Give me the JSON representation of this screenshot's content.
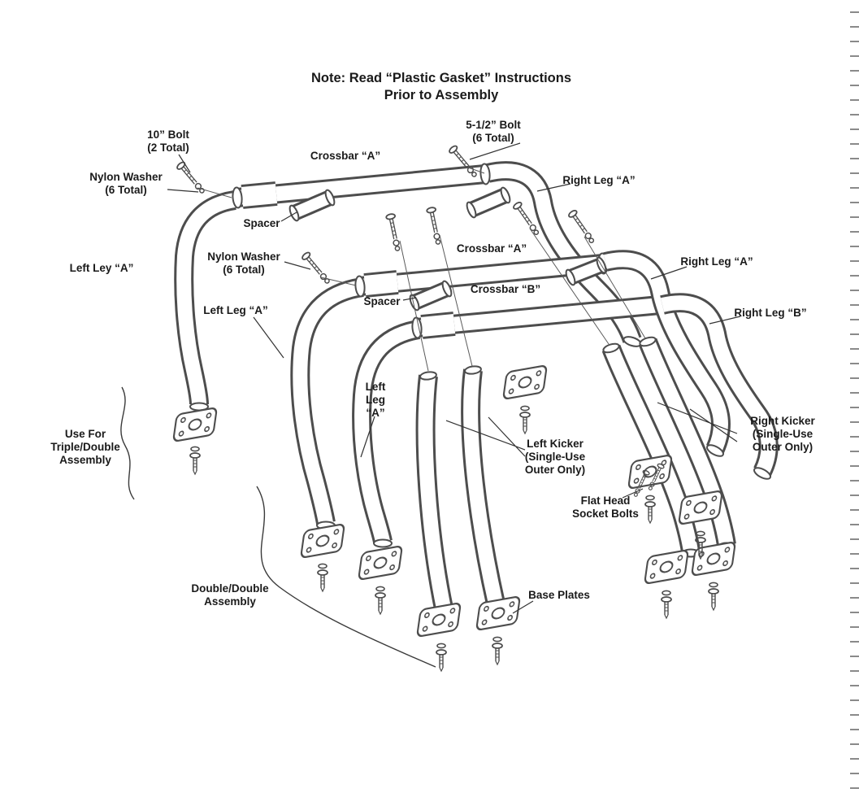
{
  "colors": {
    "background": "#ffffff",
    "ink": "#1a1a1a",
    "line": "#4d4d4d"
  },
  "note": {
    "text": "Note: Read “Plastic Gasket” Instructions\nPrior to Assembly"
  },
  "labels": {
    "bolt_10": "10” Bolt\n(2 Total)",
    "bolt_5_5": "5-1/2” Bolt\n(6 Total)",
    "crossbar_a_top": "Crossbar “A”",
    "right_leg_a_top": "Right Leg “A”",
    "nylon_washer_top": "Nylon Washer\n(6 Total)",
    "spacer_top": "Spacer",
    "left_ley_a": "Left Ley “A”",
    "nylon_washer_mid": "Nylon Washer\n(6 Total)",
    "crossbar_a_mid": "Crossbar “A”",
    "right_leg_a_mid": "Right Leg “A”",
    "left_leg_a_mid": "Left Leg “A”",
    "spacer_mid": "Spacer",
    "crossbar_b": "Crossbar “B”",
    "right_leg_b": "Right Leg “B”",
    "left_leg_a_stacked": "Left\nLeg\n“A”",
    "use_for": "Use For\nTriple/Double\nAssembly",
    "left_kicker": "Left Kicker\n(Single-Use\nOuter Only)",
    "right_kicker": "Right Kicker\n(Single-Use\nOuter Only)",
    "flat_head": "Flat Head\nSocket Bolts",
    "double_double": "Double/Double\nAssembly",
    "base_plates": "Base Plates"
  }
}
